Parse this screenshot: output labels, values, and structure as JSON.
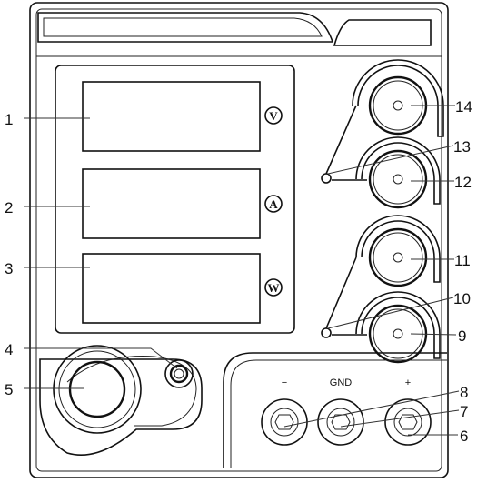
{
  "callouts": {
    "c1": "1",
    "c2": "2",
    "c3": "3",
    "c4": "4",
    "c5": "5",
    "c6": "6",
    "c7": "7",
    "c8": "8",
    "c9": "9",
    "c10": "10",
    "c11": "11",
    "c12": "12",
    "c13": "13",
    "c14": "14"
  },
  "units": {
    "voltage": "V",
    "current": "A",
    "power": "W"
  },
  "terminals": {
    "negative": "−",
    "ground": "GND",
    "positive": "+"
  }
}
